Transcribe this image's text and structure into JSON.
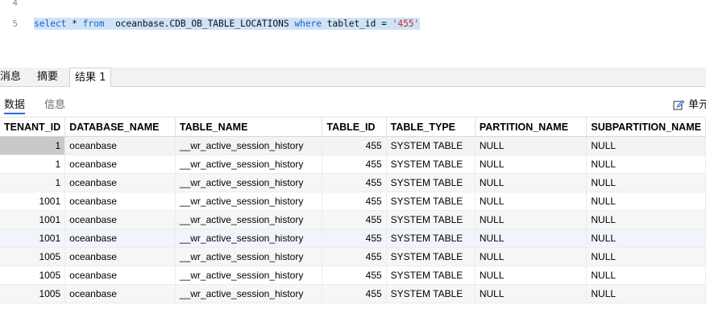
{
  "editor": {
    "line_numbers": [
      "4",
      "5"
    ],
    "sql": {
      "kw_select": "select",
      "star": " * ",
      "kw_from": "from",
      "table": "  oceanbase.CDB_OB_TABLE_LOCATIONS ",
      "kw_where": "where",
      "cond": " tablet_id = ",
      "literal": "'455'"
    },
    "selection_color": "#cfe3f7"
  },
  "result_tabs": [
    "消息",
    "摘要",
    "结果 1"
  ],
  "active_result_tab": "结果 1",
  "sub_tabs": [
    "数据",
    "信息"
  ],
  "active_sub_tab": "数据",
  "cell_view_label": "单元",
  "grid": {
    "columns": [
      "TENANT_ID",
      "DATABASE_NAME",
      "TABLE_NAME",
      "TABLE_ID",
      "TABLE_TYPE",
      "PARTITION_NAME",
      "SUBPARTITION_NAME"
    ],
    "rows": [
      [
        "1",
        "oceanbase",
        "__wr_active_session_history",
        "455",
        "SYSTEM TABLE",
        "NULL",
        "NULL"
      ],
      [
        "1",
        "oceanbase",
        "__wr_active_session_history",
        "455",
        "SYSTEM TABLE",
        "NULL",
        "NULL"
      ],
      [
        "1",
        "oceanbase",
        "__wr_active_session_history",
        "455",
        "SYSTEM TABLE",
        "NULL",
        "NULL"
      ],
      [
        "1001",
        "oceanbase",
        "__wr_active_session_history",
        "455",
        "SYSTEM TABLE",
        "NULL",
        "NULL"
      ],
      [
        "1001",
        "oceanbase",
        "__wr_active_session_history",
        "455",
        "SYSTEM TABLE",
        "NULL",
        "NULL"
      ],
      [
        "1001",
        "oceanbase",
        "__wr_active_session_history",
        "455",
        "SYSTEM TABLE",
        "NULL",
        "NULL"
      ],
      [
        "1005",
        "oceanbase",
        "__wr_active_session_history",
        "455",
        "SYSTEM TABLE",
        "NULL",
        "NULL"
      ],
      [
        "1005",
        "oceanbase",
        "__wr_active_session_history",
        "455",
        "SYSTEM TABLE",
        "NULL",
        "NULL"
      ],
      [
        "1005",
        "oceanbase",
        "__wr_active_session_history",
        "455",
        "SYSTEM TABLE",
        "NULL",
        "NULL"
      ]
    ]
  }
}
